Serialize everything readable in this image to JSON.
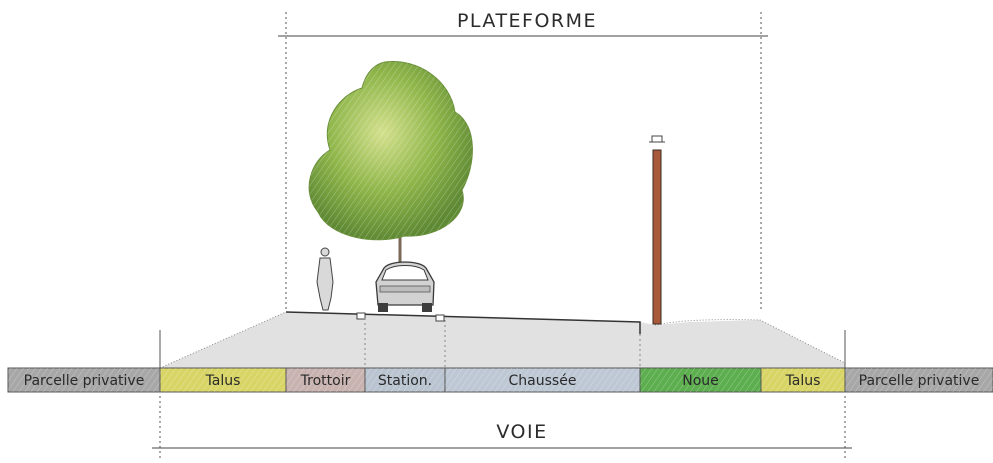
{
  "top_label": "PLATEFORME",
  "bottom_label": "VOIE",
  "segments": [
    {
      "label": "Parcelle privative",
      "color": "#a7a7a7"
    },
    {
      "label": "Talus",
      "color": "#d8d566"
    },
    {
      "label": "Trottoir",
      "color": "#c9b3b0"
    },
    {
      "label": "Station.",
      "color": "#b9c4d0"
    },
    {
      "label": "Chaussée",
      "color": "#bdc8d4"
    },
    {
      "label": "Noue",
      "color": "#5cae4f"
    },
    {
      "label": "Talus",
      "color": "#d8d566"
    },
    {
      "label": "Parcelle privative",
      "color": "#a7a7a7"
    }
  ]
}
